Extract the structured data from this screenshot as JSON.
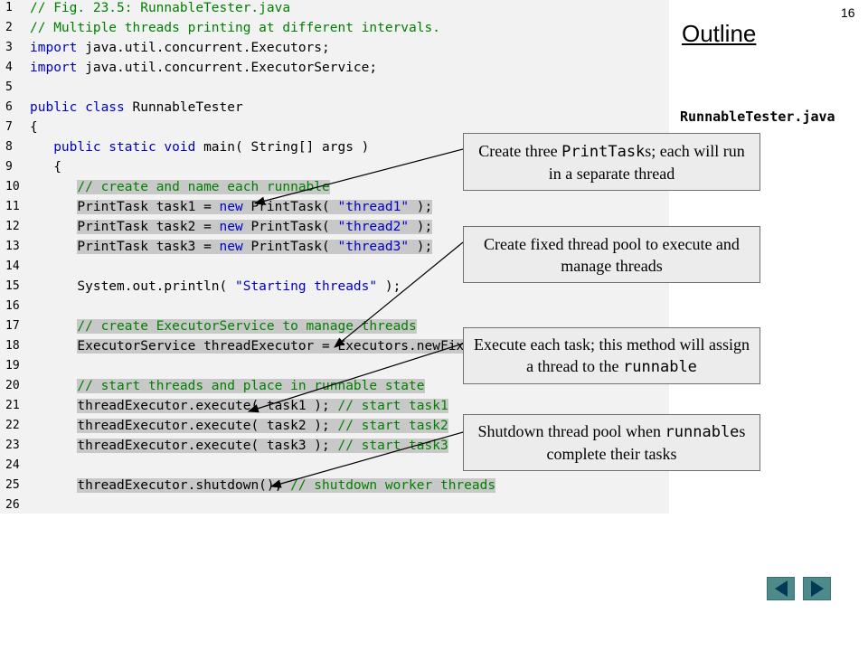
{
  "slide": {
    "page_number": "16",
    "outline_title": "Outline",
    "file_label": "RunnableTester.java"
  },
  "code_lines": [
    {
      "n": "1",
      "segs": [
        {
          "t": "// Fig. 23.5: RunnableTester.java",
          "c": "cm"
        }
      ]
    },
    {
      "n": "2",
      "segs": [
        {
          "t": "// Multiple threads printing at different intervals.",
          "c": "cm"
        }
      ]
    },
    {
      "n": "3",
      "segs": [
        {
          "t": "import",
          "c": "kw"
        },
        {
          "t": " java.util.concurrent.Executors;",
          "c": ""
        }
      ]
    },
    {
      "n": "4",
      "segs": [
        {
          "t": "import",
          "c": "kw"
        },
        {
          "t": " java.util.concurrent.ExecutorService;",
          "c": ""
        }
      ]
    },
    {
      "n": "5",
      "segs": []
    },
    {
      "n": "6",
      "segs": [
        {
          "t": "public class",
          "c": "kw"
        },
        {
          "t": " RunnableTester",
          "c": ""
        }
      ]
    },
    {
      "n": "7",
      "segs": [
        {
          "t": "{",
          "c": ""
        }
      ]
    },
    {
      "n": "8",
      "segs": [
        {
          "t": "   ",
          "c": ""
        },
        {
          "t": "public static void",
          "c": "kw"
        },
        {
          "t": " main( String[] args )",
          "c": ""
        }
      ]
    },
    {
      "n": "9",
      "segs": [
        {
          "t": "   {",
          "c": ""
        }
      ]
    },
    {
      "n": "10",
      "segs": [
        {
          "t": "      ",
          "c": ""
        },
        {
          "t": "// create and name each runnable",
          "c": "cm",
          "h": true
        }
      ]
    },
    {
      "n": "11",
      "segs": [
        {
          "t": "      ",
          "c": ""
        },
        {
          "t": "PrintTask task1 = ",
          "c": "",
          "h": true
        },
        {
          "t": "new",
          "c": "kw",
          "h": true
        },
        {
          "t": " PrintTask( ",
          "c": "",
          "h": true
        },
        {
          "t": "\"thread1\"",
          "c": "st",
          "h": true
        },
        {
          "t": " );",
          "c": "",
          "h": true
        }
      ]
    },
    {
      "n": "12",
      "segs": [
        {
          "t": "      ",
          "c": ""
        },
        {
          "t": "PrintTask task2 = ",
          "c": "",
          "h": true
        },
        {
          "t": "new",
          "c": "kw",
          "h": true
        },
        {
          "t": " PrintTask( ",
          "c": "",
          "h": true
        },
        {
          "t": "\"thread2\"",
          "c": "st",
          "h": true
        },
        {
          "t": " );",
          "c": "",
          "h": true
        }
      ]
    },
    {
      "n": "13",
      "segs": [
        {
          "t": "      ",
          "c": ""
        },
        {
          "t": "PrintTask task3 = ",
          "c": "",
          "h": true
        },
        {
          "t": "new",
          "c": "kw",
          "h": true
        },
        {
          "t": " PrintTask( ",
          "c": "",
          "h": true
        },
        {
          "t": "\"thread3\"",
          "c": "st",
          "h": true
        },
        {
          "t": " );",
          "c": "",
          "h": true
        }
      ]
    },
    {
      "n": "14",
      "segs": []
    },
    {
      "n": "15",
      "segs": [
        {
          "t": "      System.out.println( ",
          "c": ""
        },
        {
          "t": "\"Starting threads\"",
          "c": "st"
        },
        {
          "t": " );",
          "c": ""
        }
      ]
    },
    {
      "n": "16",
      "segs": []
    },
    {
      "n": "17",
      "segs": [
        {
          "t": "      ",
          "c": ""
        },
        {
          "t": "// create ExecutorService to manage threads",
          "c": "cm",
          "h": true
        }
      ]
    },
    {
      "n": "18",
      "segs": [
        {
          "t": "      ",
          "c": ""
        },
        {
          "t": "ExecutorService threadExecutor = Executors.newFixedThreadPool( 3 );",
          "c": "",
          "h": true
        }
      ]
    },
    {
      "n": "19",
      "segs": []
    },
    {
      "n": "20",
      "segs": [
        {
          "t": "      ",
          "c": ""
        },
        {
          "t": "// start threads and place in runnable state",
          "c": "cm",
          "h": true
        }
      ]
    },
    {
      "n": "21",
      "segs": [
        {
          "t": "      ",
          "c": ""
        },
        {
          "t": "threadExecutor.execute( task1 ); ",
          "c": "",
          "h": true
        },
        {
          "t": "// start task1",
          "c": "cm",
          "h": true
        }
      ]
    },
    {
      "n": "22",
      "segs": [
        {
          "t": "      ",
          "c": ""
        },
        {
          "t": "threadExecutor.execute( task2 ); ",
          "c": "",
          "h": true
        },
        {
          "t": "// start task2",
          "c": "cm",
          "h": true
        }
      ]
    },
    {
      "n": "23",
      "segs": [
        {
          "t": "      ",
          "c": ""
        },
        {
          "t": "threadExecutor.execute( task3 ); ",
          "c": "",
          "h": true
        },
        {
          "t": "// start task3",
          "c": "cm",
          "h": true
        }
      ]
    },
    {
      "n": "24",
      "segs": []
    },
    {
      "n": "25",
      "segs": [
        {
          "t": "      ",
          "c": ""
        },
        {
          "t": "threadExecutor.shutdown(); ",
          "c": "",
          "h": true
        },
        {
          "t": "// shutdown worker threads",
          "c": "cm",
          "h": true
        }
      ]
    },
    {
      "n": "26",
      "segs": []
    }
  ],
  "callouts": [
    {
      "before": "Create three ",
      "mono": "PrintTask",
      "after": "s; each will run in a separate thread"
    },
    {
      "before": "Create fixed thread pool to execute and manage threads",
      "mono": "",
      "after": ""
    },
    {
      "before": "Execute each task; this method will assign a thread to the ",
      "mono": "runnable",
      "after": ""
    },
    {
      "before": "Shutdown thread pool when ",
      "mono": "runnable",
      "after": "s complete their tasks"
    }
  ],
  "nav": {
    "prev_icon": "left-triangle-icon",
    "next_icon": "right-triangle-icon"
  },
  "colors": {
    "code_background": "#f2f2f2",
    "keyword": "#0000cc",
    "comment": "#008000",
    "highlight": "#c8c8c8",
    "callout_background": "#ececec",
    "nav_button": "#4f8a8b"
  }
}
